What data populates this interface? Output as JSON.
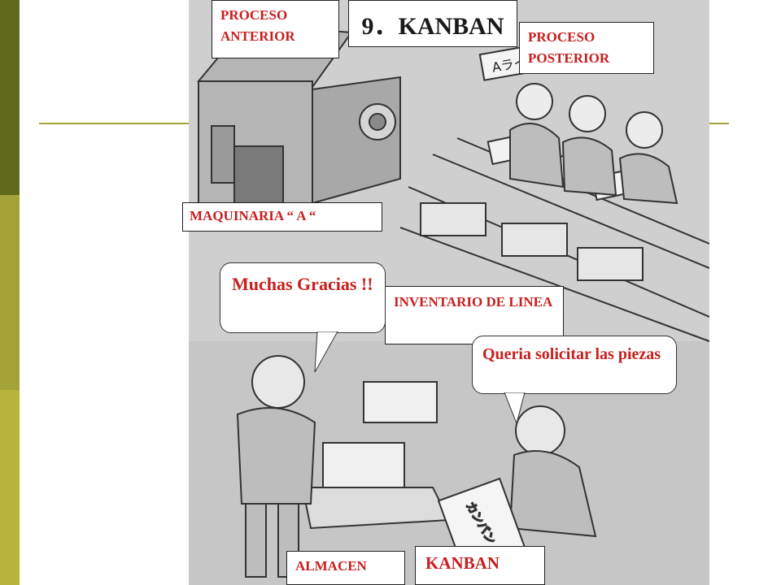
{
  "slide": {
    "title": "9．KANBAN",
    "accent_color": "#a3a33a",
    "sidebar_colors": [
      "#5f6b1a",
      "#a3a33a",
      "#b8b33a"
    ]
  },
  "labels": {
    "proceso_anterior": "PROCESO ANTERIOR",
    "proceso_posterior": "PROCESO POSTERIOR",
    "maquinaria": "MAQUINARIA “ A “",
    "inventario": "INVENTARIO DE LINEA",
    "almacen": "ALMACEN",
    "kanban": "KANBAN"
  },
  "bubbles": {
    "gracias": "Muchas Gracias !!",
    "solicitar": "Queria solicitar las piezas"
  },
  "illustration": {
    "sign_text": "Aライン",
    "card_text": "カンバン"
  }
}
